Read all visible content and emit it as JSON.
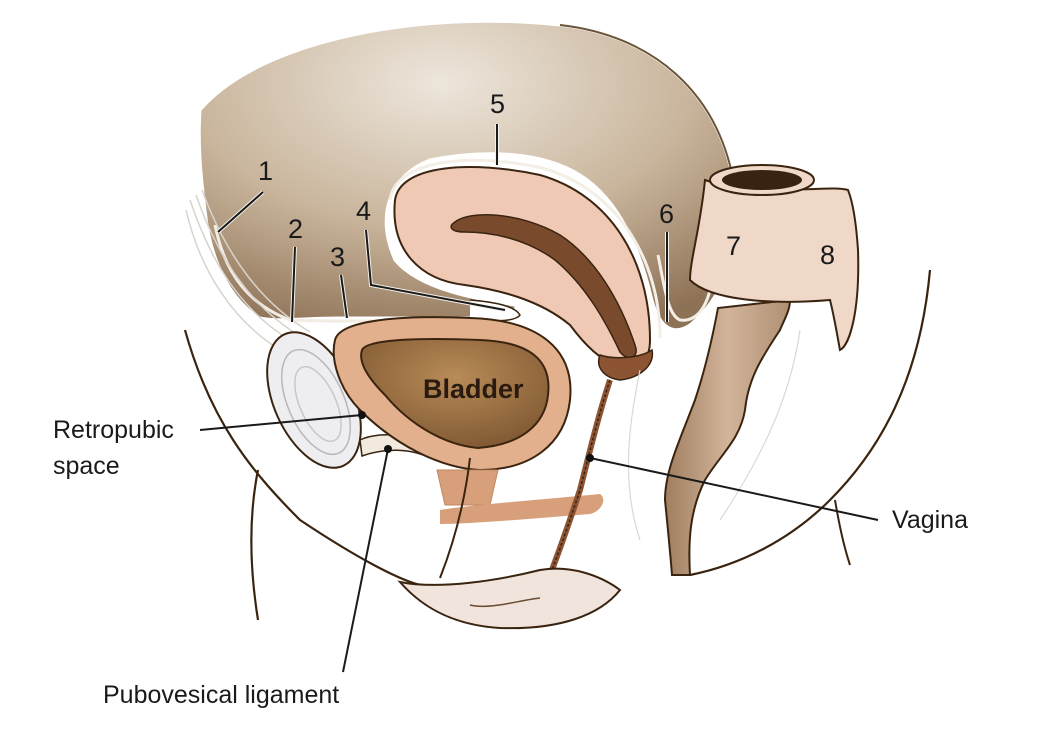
{
  "figure": {
    "subject": "Female pelvis, median section showing peritoneal relations",
    "numbered_labels": [
      {
        "id": "1",
        "text": "1"
      },
      {
        "id": "2",
        "text": "2"
      },
      {
        "id": "3",
        "text": "3"
      },
      {
        "id": "4",
        "text": "4"
      },
      {
        "id": "5",
        "text": "5"
      },
      {
        "id": "6",
        "text": "6"
      },
      {
        "id": "7",
        "text": "7"
      },
      {
        "id": "8",
        "text": "8"
      }
    ],
    "text_labels": {
      "bladder": "Bladder",
      "retropubic_line1": "Retropubic",
      "retropubic_line2": "space",
      "vagina": "Vagina",
      "pubovesical": "Pubovesical ligament"
    },
    "colors": {
      "peritoneal_cavity": "#c9b59c",
      "peritoneal_dark": "#a88c6c",
      "uterus": "#efc9b4",
      "uterine_cavity": "#7a4a2c",
      "bladder_wall": "#e2b08c",
      "bladder_lumen": "#9c7040",
      "rectum": "#c8a88a",
      "colon_band": "#f0d8c8",
      "pubis": "#eeeef0",
      "outline": "#3a2410",
      "text": "#1a1a1a"
    }
  }
}
